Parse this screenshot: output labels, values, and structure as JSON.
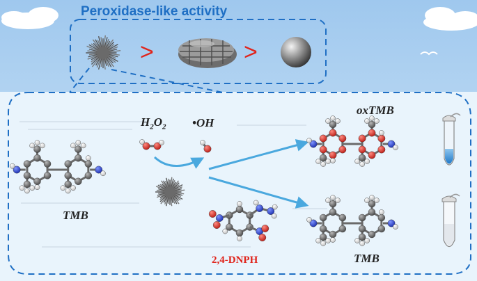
{
  "title": "Peroxidase-like activity",
  "order_symbol_1": ">",
  "order_symbol_2": ">",
  "labels": {
    "h2o2_main": "H",
    "h2o2_sub1": "2",
    "h2o2_mid": "O",
    "h2o2_sub2": "2",
    "oh": "•OH",
    "tmb_left": "TMB",
    "oxtmb": "oxTMB",
    "tmb_right": "TMB",
    "dnph": "2,4-DNPH"
  },
  "colors": {
    "sky_top": "#a7cdef",
    "sky_bottom": "#d7eaf9",
    "panel_bg": "#eaf4fc",
    "dash": "#1f6fc4",
    "arrow": "#4aa8de",
    "red_symbol": "#e0241b",
    "carbon": "#5a5a5a",
    "hydrogen": "#e8e8e8",
    "nitrogen": "#2440c8",
    "oxygen": "#e0241b"
  },
  "icons": [
    "nanoflower-icon",
    "nanoblock-icon",
    "nanosphere-icon",
    "cloud-icon",
    "bird-icon",
    "test-tube-blue-icon",
    "test-tube-clear-icon"
  ]
}
